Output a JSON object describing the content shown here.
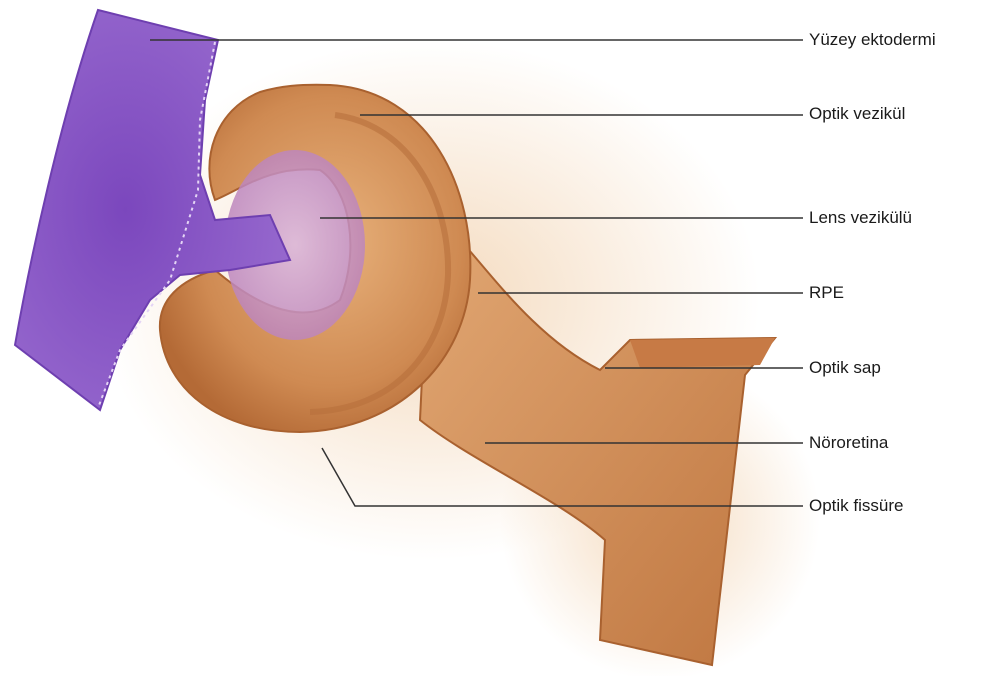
{
  "labels": {
    "surface_ectoderm": "Yüzey ektodermi",
    "optic_vesicle": "Optik vezikül",
    "lens_vesicle": "Lens vezikülü",
    "rpe": "RPE",
    "optic_stalk": "Optik sap",
    "neuroretina": "Nöroretina",
    "optic_fissure": "Optik fissüre"
  },
  "colors": {
    "ectoderm_purple": "#8a5cc4",
    "ectoderm_dark": "#6e3fb0",
    "tissue_orange": "#c9804a",
    "tissue_light": "#e2a874",
    "tissue_dark": "#a9612f",
    "glow": "#f3d6b6",
    "leader_line": "#333333"
  }
}
